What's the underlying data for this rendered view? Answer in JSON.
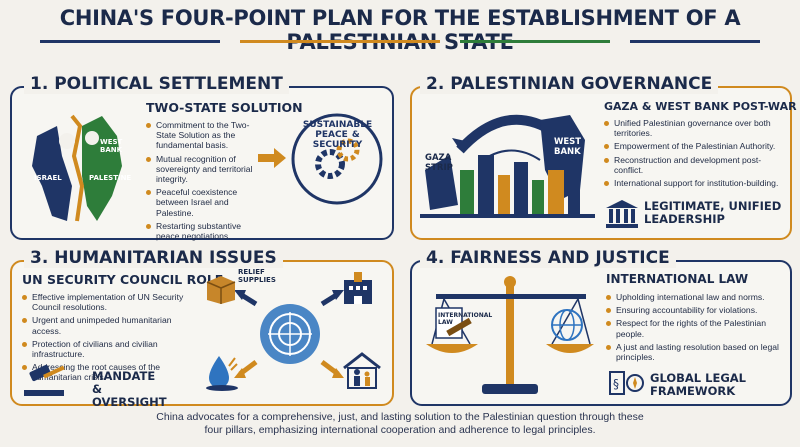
{
  "title": "CHINA'S FOUR-POINT PLAN FOR THE ESTABLISHMENT OF A PALESTINIAN STATE",
  "colors": {
    "navy": "#1f3566",
    "gold": "#d08a1f",
    "green": "#2e7d3a"
  },
  "panels": [
    {
      "title": "1. POLITICAL SETTLEMENT",
      "subtitle": "TWO-STATE SOLUTION",
      "bullets": [
        "Commitment to the Two-State Solution as the fundamental basis.",
        "Mutual recognition of sovereignty and territorial integrity.",
        "Peaceful coexistence between Israel and Palestine.",
        "Restarting substantive peace negotiations."
      ],
      "map_labels": {
        "israel": "ISRAEL",
        "palestine": "PALESTINE",
        "west_bank": "WEST BANK"
      },
      "badge": "SUSTAINABLE PEACE & SECURITY",
      "icons": [
        "map-icon",
        "handshake-icon",
        "dove-icon",
        "gears-icon"
      ]
    },
    {
      "title": "2. PALESTINIAN GOVERNANCE",
      "subtitle": "GAZA & WEST BANK POST-WAR",
      "bullets": [
        "Unified Palestinian governance over both territories.",
        "Empowerment of the Palestinian Authority.",
        "Reconstruction and development post-conflict.",
        "International support for institution-building."
      ],
      "map_labels": {
        "gaza": "GAZA STRIP",
        "west_bank": "WEST BANK"
      },
      "callout": "LEGITIMATE, UNIFIED LEADERSHIP",
      "icons": [
        "bridge-icon",
        "city-icon",
        "building-icon"
      ]
    },
    {
      "title": "3. HUMANITARIAN ISSUES",
      "subtitle": "UN SECURITY COUNCIL ROLE",
      "bullets": [
        "Effective implementation of UN Security Council resolutions.",
        "Urgent and unimpeded humanitarian access.",
        "Protection of civilians and civilian infrastructure.",
        "Addressing the root causes of the humanitarian crisis."
      ],
      "relief_label": "RELIEF SUPPLIES",
      "callout": "MANDATE & OVERSIGHT",
      "icons": [
        "un-emblem-icon",
        "relief-box-icon",
        "hospital-icon",
        "water-icon",
        "shelter-icon",
        "gavel-icon"
      ]
    },
    {
      "title": "4. FAIRNESS AND JUSTICE",
      "subtitle": "INTERNATIONAL LAW",
      "bullets": [
        "Upholding international law and norms.",
        "Ensuring accountability for violations.",
        "Respect for the rights of the Palestinian people.",
        "A just and lasting resolution based on legal principles."
      ],
      "scale_label": "INTERNATIONAL LAW",
      "callout": "GLOBAL LEGAL FRAMEWORK",
      "icons": [
        "scales-icon",
        "gavel-icon",
        "globe-icon",
        "compass-icon"
      ]
    }
  ],
  "footer": "China advocates for a comprehensive, just, and lasting solution to the Palestinian question through these four pillars, emphasizing international cooperation and adherence to legal principles."
}
